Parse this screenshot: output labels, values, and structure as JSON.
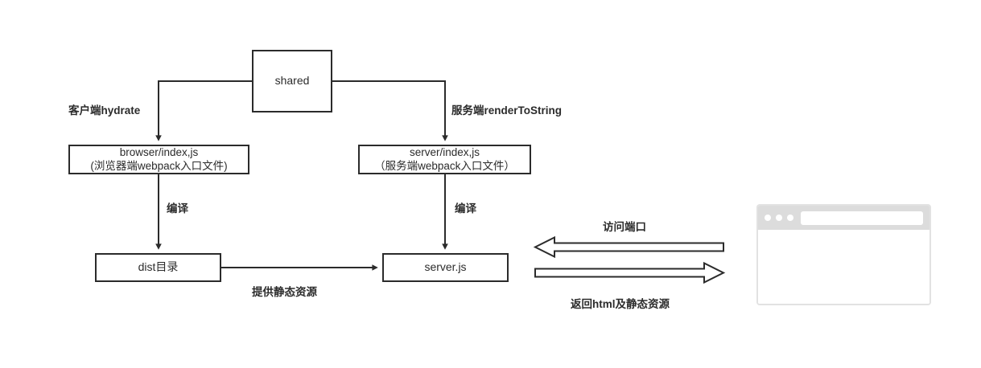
{
  "diagram": {
    "title": "SSR build and request flow",
    "colors": {
      "stroke": "#2b2b2b",
      "background": "#ffffff",
      "browser_chrome": "#dcdcdc",
      "browser_border": "#e2e2e2"
    },
    "nodes": {
      "shared": {
        "label": "shared"
      },
      "browser_entry": {
        "line1": "browser/index,js",
        "line2": "(浏览器端webpack入口文件)"
      },
      "server_entry": {
        "line1": "server/index,js",
        "line2": "（服务端webpack入口文件）"
      },
      "dist": {
        "label": "dist目录"
      },
      "server_js": {
        "label": "server.js"
      }
    },
    "edge_labels": {
      "client_hydrate": "客户端hydrate",
      "server_render": "服务端renderToString",
      "compile_left": "编译",
      "compile_right": "编译",
      "serve_static": "提供静态资源",
      "access_port": "访问端口",
      "return_html": "返回html及静态资源"
    },
    "browser_mock": {
      "dots": [
        "dot-1",
        "dot-2",
        "dot-3"
      ],
      "urlbar_value": ""
    }
  }
}
